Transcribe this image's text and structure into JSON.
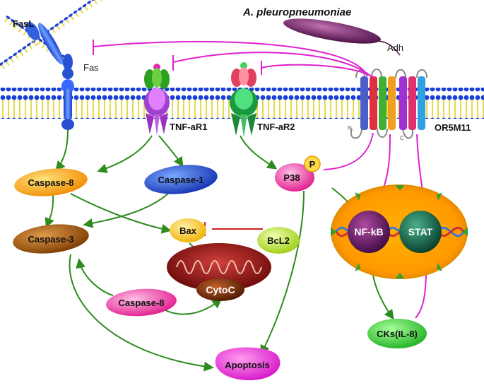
{
  "labels": {
    "organism": "A. pleuropneumoniae",
    "adh": "Adh",
    "fasl": "FasL",
    "fas": "Fas",
    "tnfar1": "TNF-aR1",
    "tnfar2": "TNF-aR2",
    "or5m11": "OR5M11",
    "p_badge": "P",
    "n_term": "N",
    "c_term": "C"
  },
  "nodes": {
    "caspase8_top": "Caspase-8",
    "caspase1": "Caspase-1",
    "p38": "P38",
    "caspase3": "Caspase-3",
    "bax": "Bax",
    "bcl2": "BcL2",
    "cytoc": "CytoC",
    "caspase8_bottom": "Caspase-8",
    "nfkb": "NF-kB",
    "stat": "STAT",
    "cks": "CKs(IL-8)",
    "apoptosis": "Apoptosis"
  },
  "colors": {
    "activation_arrow": "#2e8b1e",
    "inhibition_line": "#e020d0",
    "membrane_head": "#1a3fd6",
    "membrane_tail": "#f2e35a"
  }
}
